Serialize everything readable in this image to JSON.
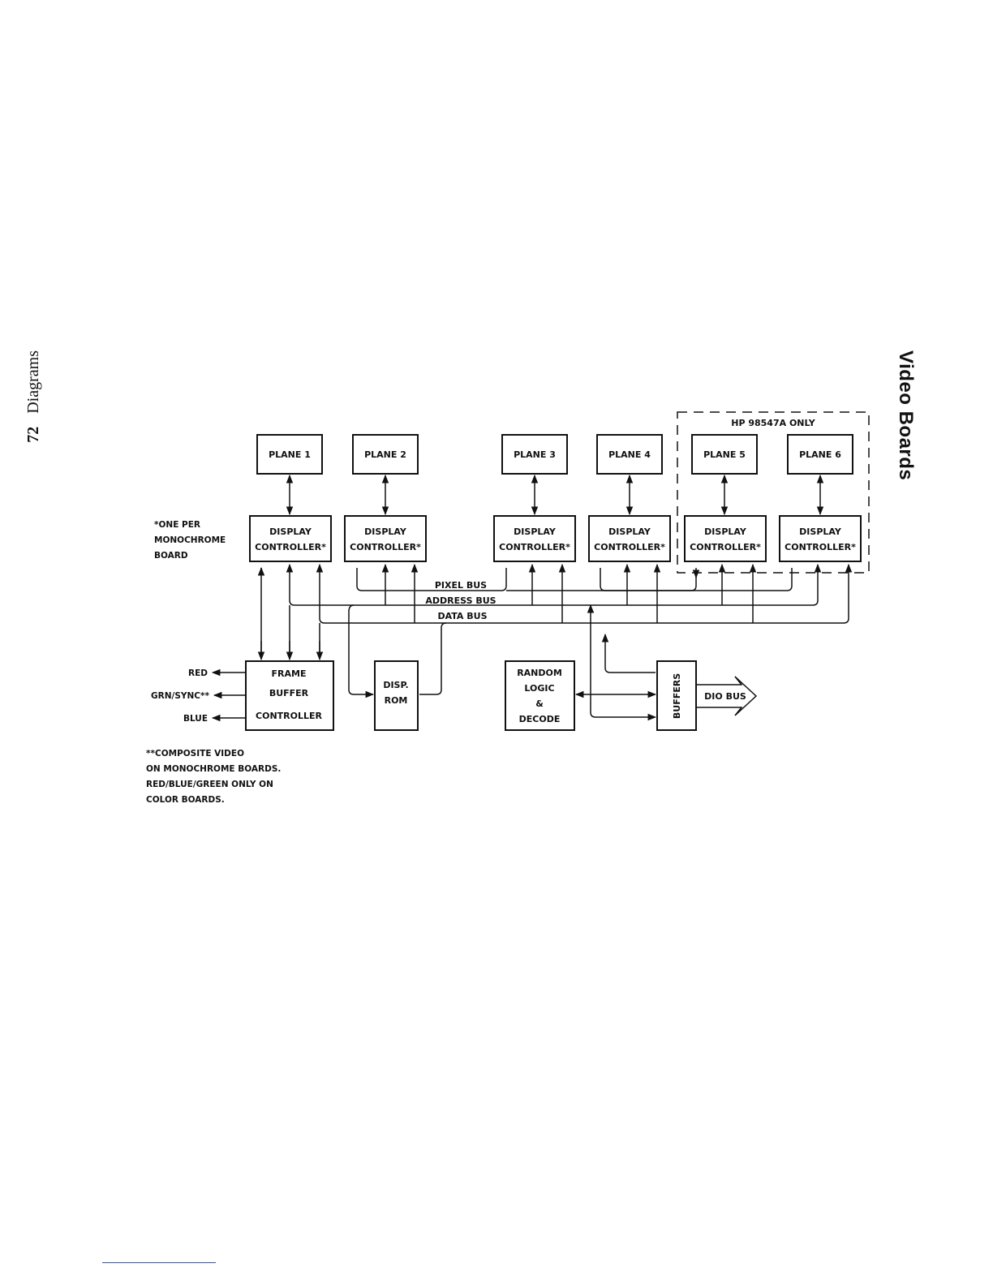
{
  "page": {
    "section_title": "Video Boards",
    "page_number": "72",
    "page_label": "Diagrams"
  },
  "diagram": {
    "optional_group_label": "HP 98547A ONLY",
    "planes": [
      "PLANE 1",
      "PLANE 2",
      "PLANE 3",
      "PLANE 4",
      "PLANE 5",
      "PLANE 6"
    ],
    "display_controller": {
      "line1": "DISPLAY",
      "line2": "CONTROLLER*"
    },
    "buses": {
      "pixel": "PIXEL BUS",
      "address": "ADDRESS BUS",
      "data": "DATA BUS"
    },
    "frame_buffer_controller": [
      "FRAME",
      "BUFFER",
      "CONTROLLER"
    ],
    "disp_rom": [
      "DISP.",
      "ROM"
    ],
    "random_logic": [
      "RANDOM",
      "LOGIC",
      "&",
      "DECODE"
    ],
    "buffers": "BUFFERS",
    "dio_bus": "DIO BUS",
    "outputs": [
      "RED",
      "GRN/SYNC**",
      "BLUE"
    ],
    "note_single": [
      "*ONE PER",
      "MONOCHROME",
      "BOARD"
    ],
    "note_double": [
      "**COMPOSITE VIDEO",
      "ON MONOCHROME BOARDS.",
      "RED/BLUE/GREEN ONLY ON",
      "COLOR BOARDS."
    ]
  }
}
